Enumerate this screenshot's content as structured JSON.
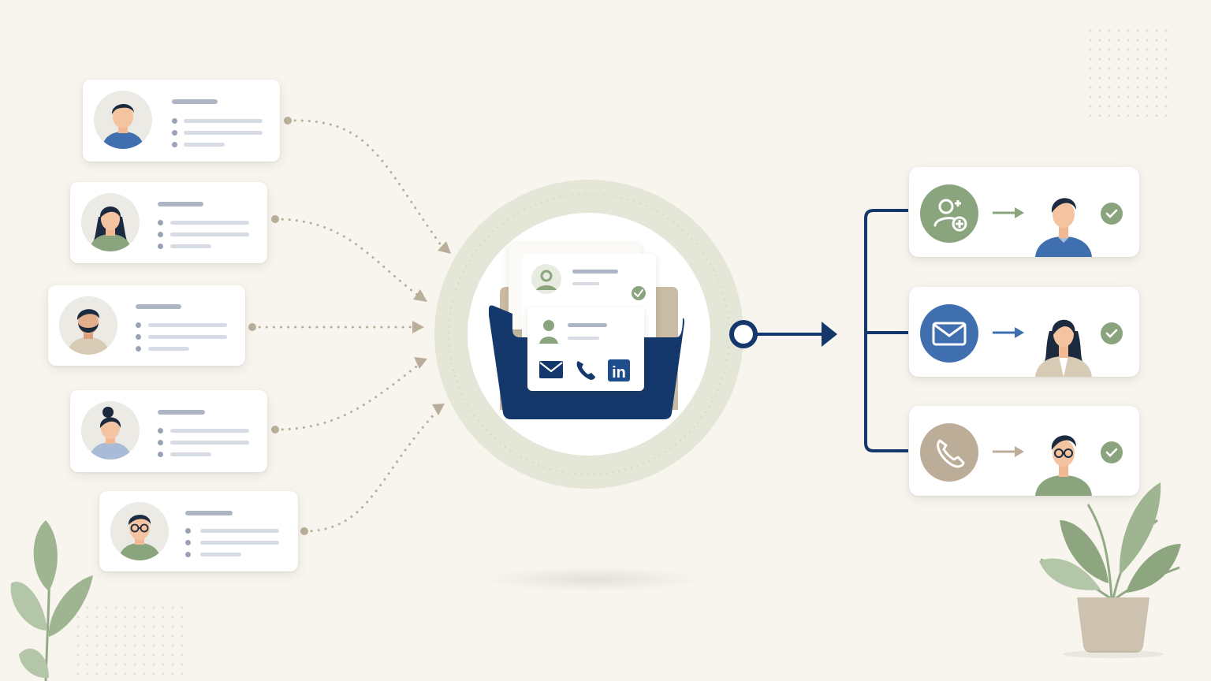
{
  "colors": {
    "background": "#f8f5ef",
    "navy": "#14386b",
    "green": "#8aa57e",
    "taupe": "#bcad98",
    "blue": "#3f6fae",
    "ring": "#e4e6d8"
  },
  "sources": [
    {
      "avatar": "man-short-hair"
    },
    {
      "avatar": "woman-long-hair"
    },
    {
      "avatar": "man-beard"
    },
    {
      "avatar": "woman-bun"
    },
    {
      "avatar": "man-glasses"
    }
  ],
  "hub": {
    "icons": [
      "envelope-icon",
      "phone-icon",
      "linkedin-icon"
    ],
    "linkedin_text": "in"
  },
  "outputs": [
    {
      "icon": "add-user-icon",
      "icon_color": "#8aa57e",
      "arrow_color": "#8aa57e",
      "person": "man-blue-shirt"
    },
    {
      "icon": "envelope-icon",
      "icon_color": "#3f6fae",
      "arrow_color": "#3f6fae",
      "person": "woman-beige-jacket"
    },
    {
      "icon": "phone-icon",
      "icon_color": "#bcad98",
      "arrow_color": "#bcad98",
      "person": "man-glasses-green"
    }
  ]
}
